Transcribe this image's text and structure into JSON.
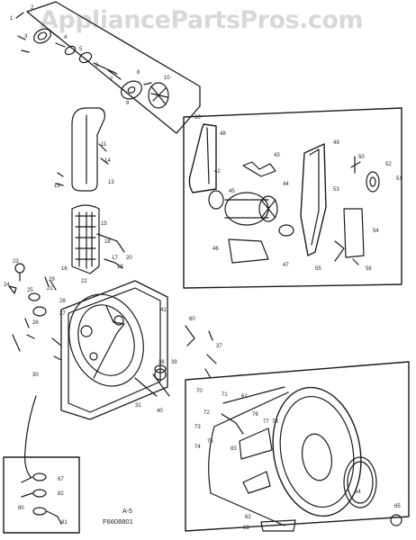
{
  "watermark": "AppliancePartsPros.com",
  "footer": {
    "page": "A-5",
    "drawing_code": "F6608801"
  },
  "part_numbers": [
    "1",
    "2",
    "3",
    "4",
    "5",
    "6",
    "7",
    "8",
    "9",
    "10",
    "11",
    "12",
    "13",
    "14",
    "15",
    "16",
    "17",
    "18",
    "19",
    "20",
    "21",
    "22",
    "23",
    "24",
    "25",
    "26",
    "27",
    "28",
    "29",
    "30",
    "31",
    "36",
    "37",
    "38",
    "39",
    "40",
    "41",
    "42",
    "43",
    "44",
    "45",
    "46",
    "47",
    "48",
    "49",
    "50",
    "51",
    "52",
    "53",
    "54",
    "55",
    "56",
    "60",
    "61",
    "62",
    "63",
    "64",
    "65",
    "67",
    "70",
    "71",
    "72",
    "73",
    "74",
    "75",
    "76",
    "77",
    "78",
    "80",
    "81",
    "82",
    "83"
  ]
}
